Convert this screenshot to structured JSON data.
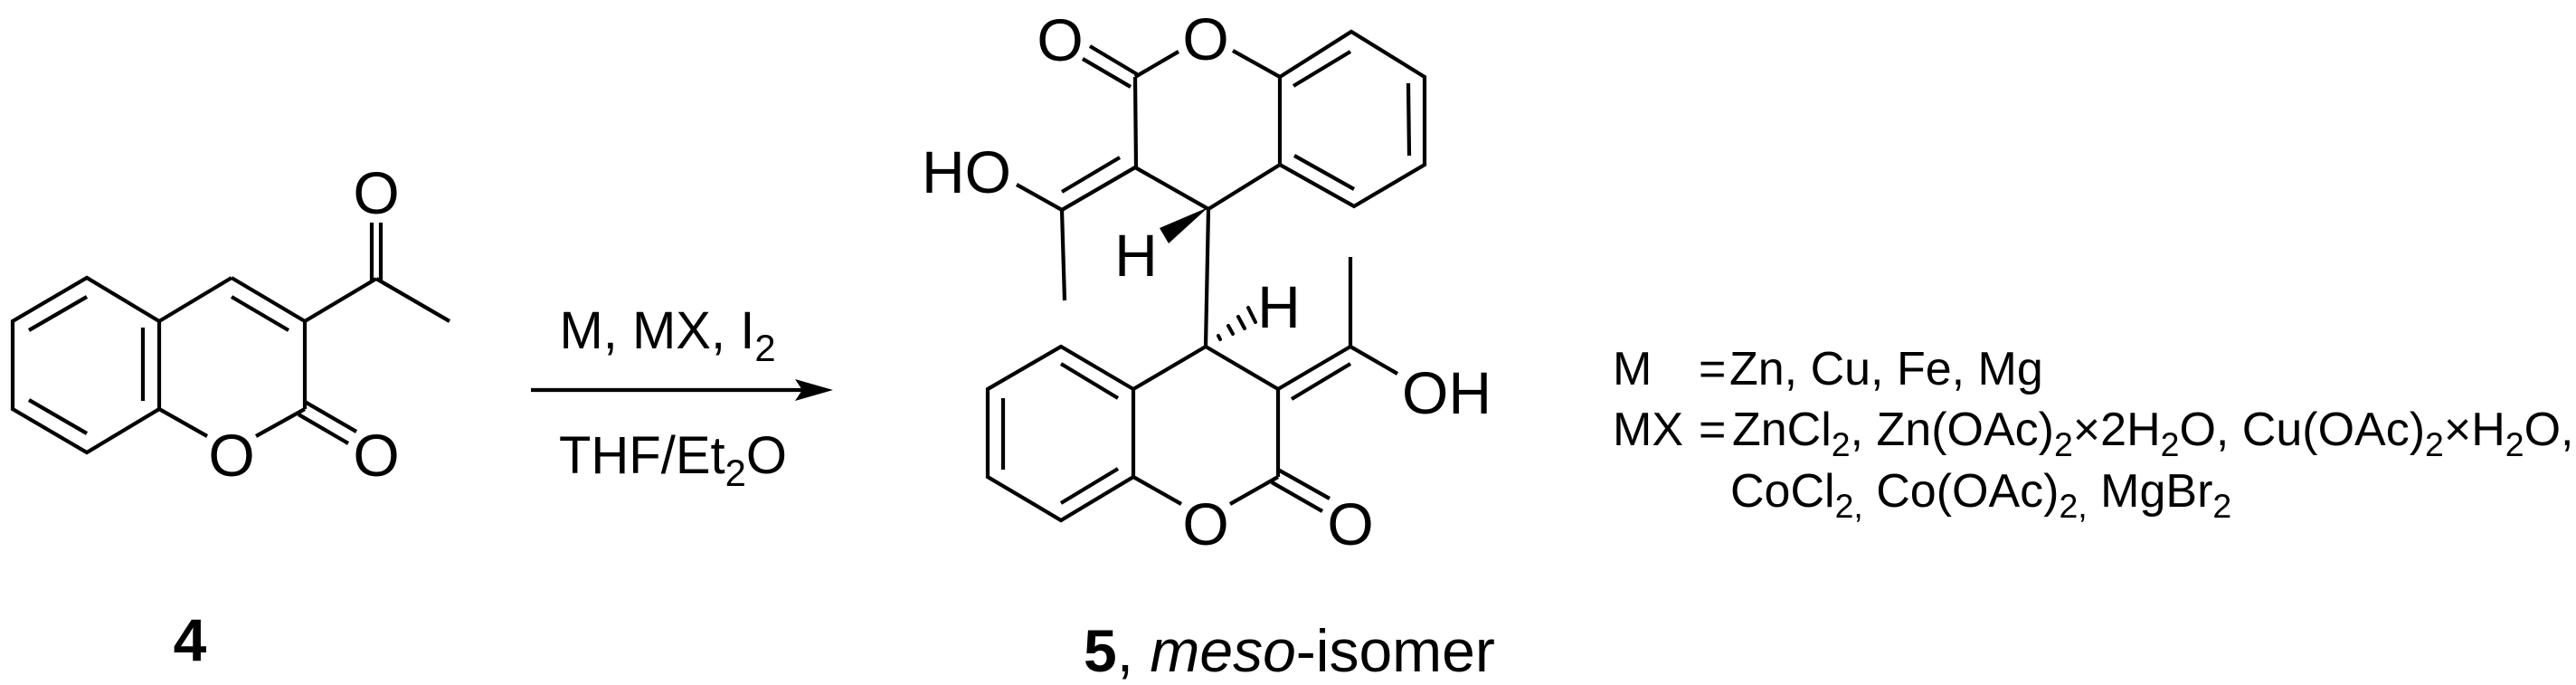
{
  "figure": {
    "type": "reaction-scheme",
    "colors": {
      "ink": "#000000",
      "background": "#ffffff"
    }
  },
  "reactant": {
    "compound_number": "4",
    "name": "3-acetylcoumarin",
    "atoms": {
      "ring_oxygen": "O",
      "lactone_carbonyl_oxygen": "O",
      "acetyl_oxygen": "O"
    }
  },
  "arrow": {
    "above": {
      "text": "M, MX, I",
      "sub": "2"
    },
    "below": {
      "pre": "THF/Et",
      "sub": "2",
      "post": "O"
    }
  },
  "product": {
    "compound_number": "5",
    "separator": ", ",
    "descriptor_italic": "meso",
    "descriptor_rest": "-isomer",
    "atoms": {
      "top_carbonyl_oxygen": "O",
      "top_ring_oxygen": "O",
      "top_hydroxyl": "HO",
      "top_stereo_h": "H",
      "bottom_stereo_h": "H",
      "bottom_hydroxyl": "OH",
      "bottom_ring_oxygen": "O",
      "bottom_carbonyl_oxygen": "O"
    }
  },
  "legend": {
    "line1": {
      "key": "M",
      "eq": "=",
      "values": "Zn, Cu, Fe, Mg"
    },
    "line2": {
      "key": "MX",
      "eq": "=",
      "items": [
        {
          "a": "ZnCl",
          "sub": "2",
          "b": ", "
        },
        {
          "a": "Zn(OAc)",
          "sub": "2",
          "b": "×2H"
        },
        {
          "a": "",
          "sub": "2",
          "b": "O, "
        },
        {
          "a": "Cu(OAc)",
          "sub": "2",
          "b": "×H"
        },
        {
          "a": "",
          "sub": "2",
          "b": "O,"
        }
      ]
    },
    "line3": {
      "items": [
        {
          "a": "CoCl",
          "sub": "2,",
          "b": " "
        },
        {
          "a": "Co(OAc)",
          "sub": "2,",
          "b": " "
        },
        {
          "a": "MgBr",
          "sub": "2",
          "b": ""
        }
      ]
    },
    "M_options": [
      "Zn",
      "Cu",
      "Fe",
      "Mg"
    ],
    "MX_options": [
      "ZnCl2",
      "Zn(OAc)2×2H2O",
      "Cu(OAc)2×H2O",
      "CoCl2",
      "Co(OAc)2",
      "MgBr2"
    ]
  }
}
